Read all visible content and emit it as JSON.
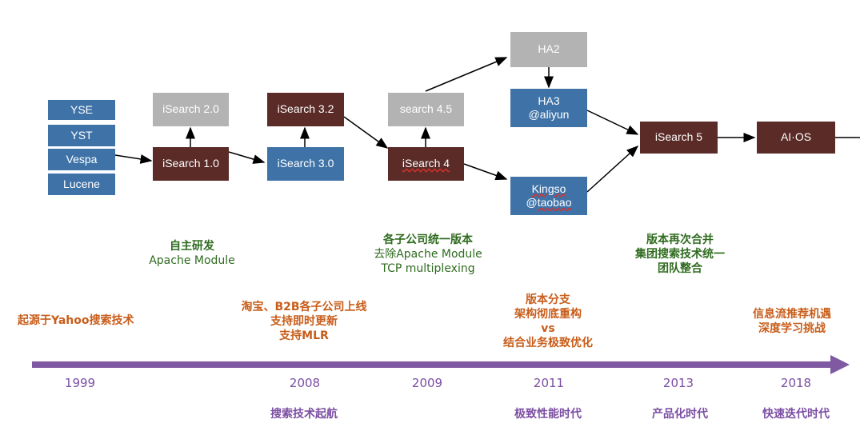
{
  "colors": {
    "blue": "#3f73a8",
    "brown": "#5a2b27",
    "gray": "#b3b3b3",
    "green_text": "#2f6b1f",
    "orange_text": "#c85d1a",
    "purple_text": "#7b4ea3",
    "timeline": "#7f5aa3"
  },
  "boxes": {
    "yse": "YSE",
    "yst": "YST",
    "vespa": "Vespa",
    "lucene": "Lucene",
    "isearch_2_0": "iSearch 2.0",
    "isearch_1_0": "iSearch 1.0",
    "isearch_3_2": "iSearch 3.2",
    "isearch_3_0": "iSearch 3.0",
    "search_4_5": "search 4.5",
    "isearch_4": "iSearch 4",
    "ha2": "HA2",
    "ha3_line1": "HA3",
    "ha3_line2": "@aliyun",
    "kingso_line1": "Kingso",
    "kingso_line2": "@taobao",
    "isearch_5": "iSearch 5",
    "aios": "AI·OS"
  },
  "annotations": {
    "self_dev": [
      "自主研发",
      "Apache Module"
    ],
    "unify": [
      "各子公司统一版本",
      "去除Apache Module",
      "TCP multiplexing"
    ],
    "merge": [
      "版本再次合并",
      "集团搜索技术统一",
      "团队整合"
    ],
    "origin": [
      "起源于Yahoo搜索技术"
    ],
    "launch": [
      "淘宝、B2B各子公司上线",
      "支持即时更新",
      "支持MLR"
    ],
    "branch": [
      "版本分支",
      "架构彻底重构",
      "vs",
      "结合业务极致优化"
    ],
    "feed": [
      "信息流推荐机遇",
      "深度学习挑战"
    ]
  },
  "timeline": {
    "years": [
      "1999",
      "2008",
      "2009",
      "2011",
      "2013",
      "2018"
    ],
    "eras": [
      "搜索技术起航",
      "极致性能时代",
      "产品化时代",
      "快速迭代时代"
    ]
  }
}
